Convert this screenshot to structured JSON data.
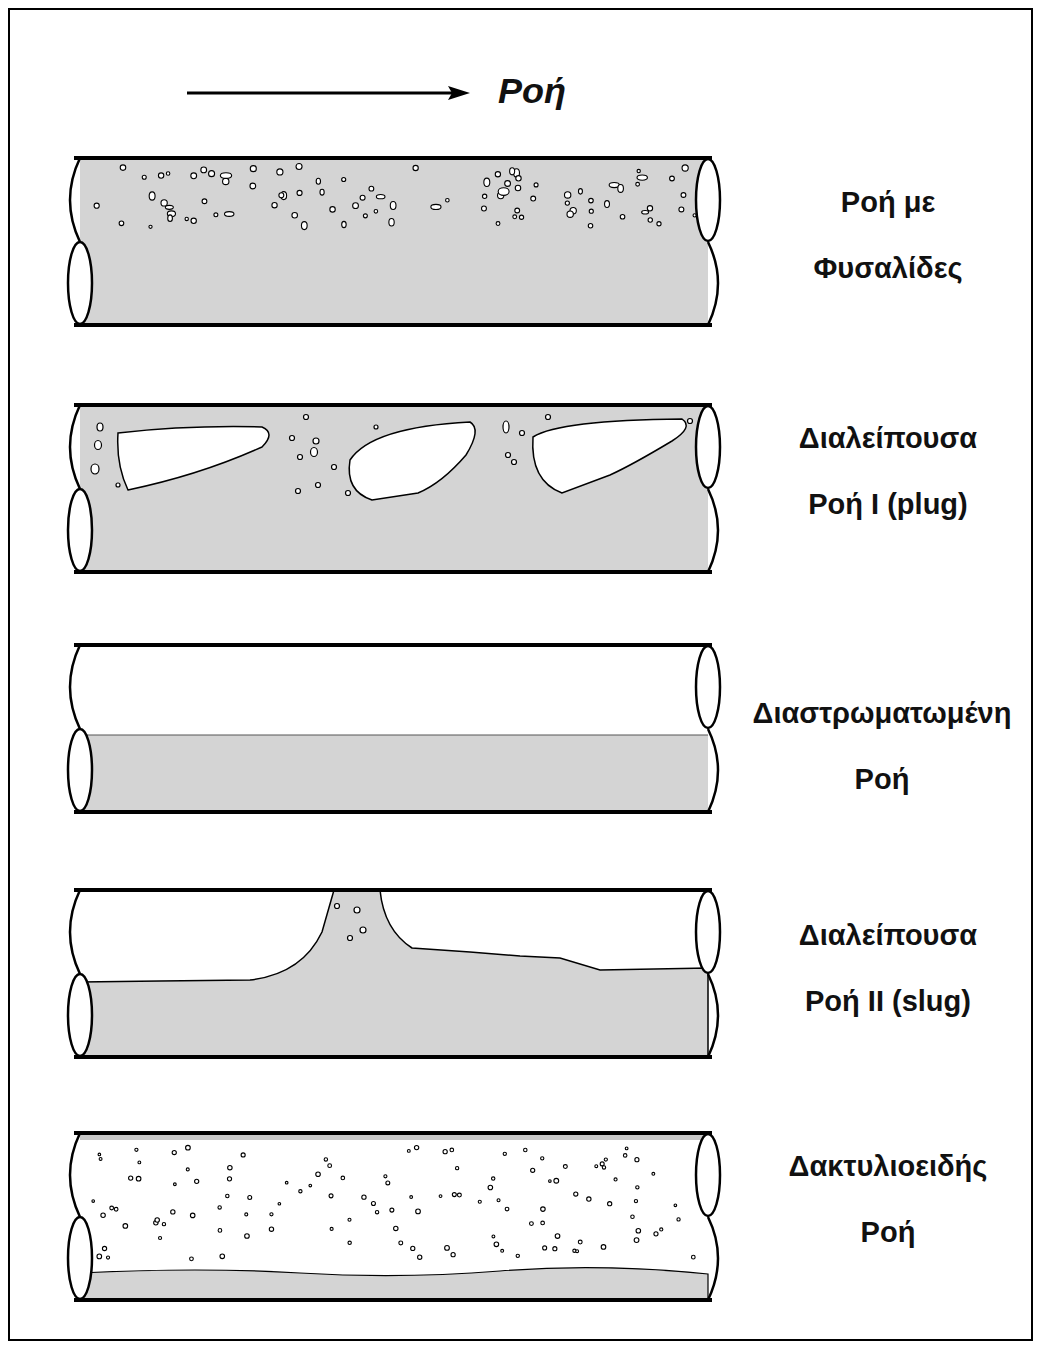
{
  "diagram": {
    "labels": [
      "Ροή",
      "Ροή με Φυσαλίδες",
      "Διαλείπουσα Ροή I (plug)",
      "Διαστρωματωμένη Ροή",
      "Διαλείπουσα Ροή II (slug)",
      "Δακτυλιοειδής Ροή"
    ]
  }
}
